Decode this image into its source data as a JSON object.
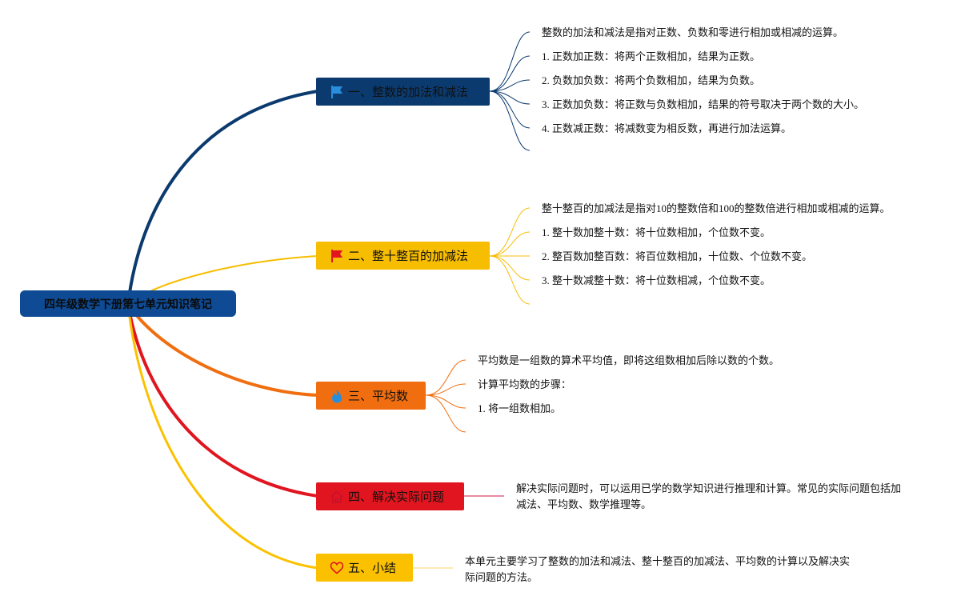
{
  "root": {
    "title": "四年级数学下册第七单元知识笔记"
  },
  "colors": {
    "navy": "#0b3a6e",
    "gold": "#f7bd00",
    "orange": "#f06e10",
    "red": "#e0151f",
    "yellow": "#fbc100"
  },
  "branches": [
    {
      "label": "一、整数的加法和减法",
      "icon": "flag-icon",
      "color": "#0b3a6e",
      "notes": [
        "整数的加法和减法是指对正数、负数和零进行相加或相减的运算。",
        "1. 正数加正数：将两个正数相加，结果为正数。",
        "2. 负数加负数：将两个负数相加，结果为负数。",
        "3. 正数加负数：将正数与负数相加，结果的符号取决于两个数的大小。",
        "4. 正数减正数：将减数变为相反数，再进行加法运算。"
      ]
    },
    {
      "label": "二、整十整百的加减法",
      "icon": "flag-icon",
      "color": "#f7bd00",
      "notes": [
        "整十整百的加减法是指对10的整数倍和100的整数倍进行相加或相减的运算。",
        "1. 整十数加整十数：将十位数相加，个位数不变。",
        "2. 整百数加整百数：将百位数相加，十位数、个位数不变。",
        "3. 整十数减整十数：将十位数相减，个位数不变。"
      ]
    },
    {
      "label": "三、平均数",
      "icon": "flame-icon",
      "color": "#f06e10",
      "notes": [
        "平均数是一组数的算术平均值，即将这组数相加后除以数的个数。",
        "计算平均数的步骤：",
        "1. 将一组数相加。"
      ]
    },
    {
      "label": "四、解决实际问题",
      "icon": "home-icon",
      "color": "#e0151f",
      "notes": [
        "解决实际问题时，可以运用已学的数学知识进行推理和计算。常见的实际问题包括加减法、平均数、数学推理等。"
      ]
    },
    {
      "label": "五、小结",
      "icon": "heart-icon",
      "color": "#fbc100",
      "notes": [
        "本单元主要学习了整数的加法和减法、整十整百的加减法、平均数的计算以及解决实际问题的方法。"
      ]
    }
  ]
}
